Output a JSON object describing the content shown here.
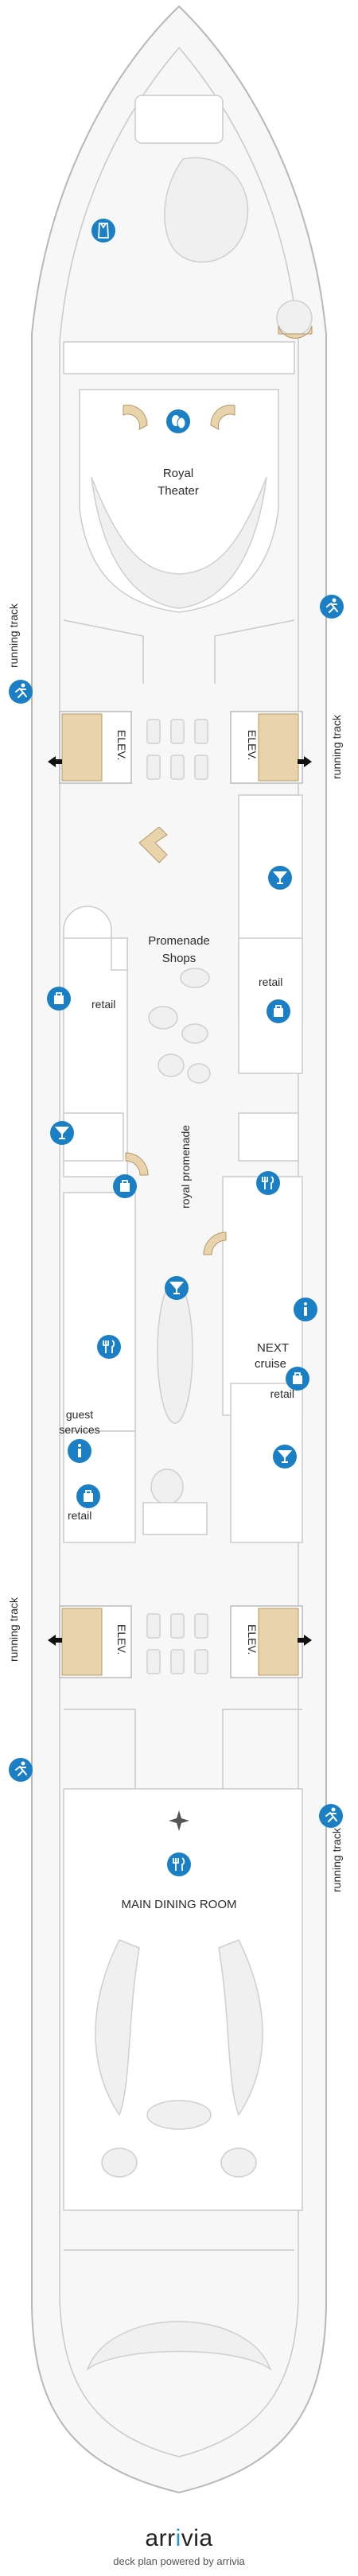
{
  "map": {
    "labels": {
      "royal_theater_1": "Royal",
      "royal_theater_2": "Theater",
      "running_track_top_left": "running track",
      "running_track_top_right": "running track",
      "running_track_bottom_left": "running track",
      "running_track_bottom_right": "running track",
      "elev_1": "ELEV.",
      "elev_2": "ELEV.",
      "elev_3": "ELEV.",
      "elev_4": "ELEV.",
      "promenade_shops_1": "Promenade",
      "promenade_shops_2": "Shops",
      "retail_1": "retail",
      "retail_2": "retail",
      "retail_3": "retail",
      "retail_4": "retail",
      "royal_promenade": "royal promenade",
      "next_cruise_1": "NEXT",
      "next_cruise_2": "cruise",
      "guest_services_1": "guest",
      "guest_services_2": "services",
      "main_dining_room": "MAIN DINING ROOM"
    },
    "icons": {
      "spa": "spa-icon",
      "theater": "theater-masks-icon",
      "running": "running-icon",
      "cocktail": "cocktail-icon",
      "shopping": "shopping-bag-icon",
      "dining": "dining-icon",
      "info": "info-icon"
    },
    "colors": {
      "poi": "#1a7fc4",
      "stairs": "#e8d3ad",
      "hull": "#f7f7f7"
    }
  },
  "footer": {
    "logo_part1": "arr",
    "logo_accent": "i",
    "logo_part2": "via",
    "credit": "deck plan powered by arrivia"
  }
}
